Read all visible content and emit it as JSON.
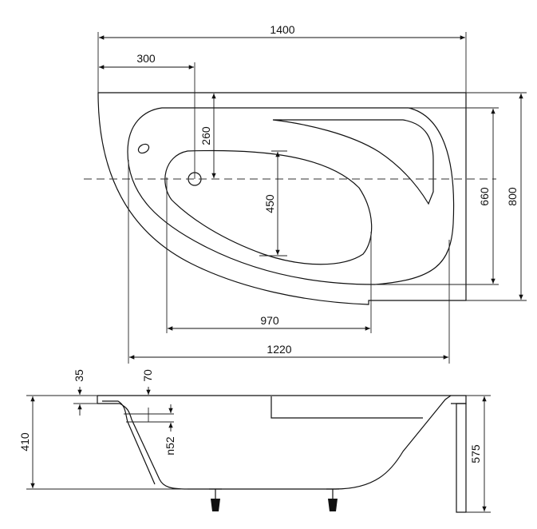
{
  "dimensions": {
    "top_width": "1400",
    "drain_offset": "300",
    "drain_depth": "260",
    "inner_height": "450",
    "inner_length": "970",
    "outer_length": "1220",
    "width_660": "660",
    "width_800": "800",
    "rim_35": "35",
    "rim_70": "70",
    "overflow_n52": "n52",
    "depth_410": "410",
    "height_575": "575"
  },
  "colors": {
    "line": "#111111",
    "background": "#ffffff"
  }
}
